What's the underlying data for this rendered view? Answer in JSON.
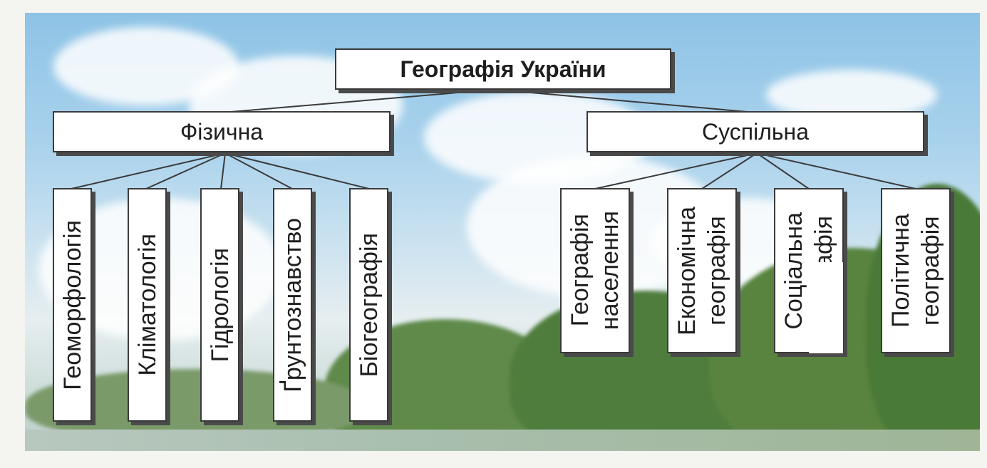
{
  "diagram": {
    "root": "Географія України",
    "branches": [
      {
        "label": "Фізична",
        "children": [
          "Геоморфологія",
          "Кліматологія",
          "Гідрологія",
          "Ґрунтознавство",
          "Біогеографія"
        ]
      },
      {
        "label": "Суспільна",
        "children": [
          [
            "Географія",
            "населення"
          ],
          [
            "Економічна",
            "географія"
          ],
          [
            "Соціальна",
            "географія"
          ],
          [
            "Політична",
            "географія"
          ]
        ]
      }
    ]
  }
}
